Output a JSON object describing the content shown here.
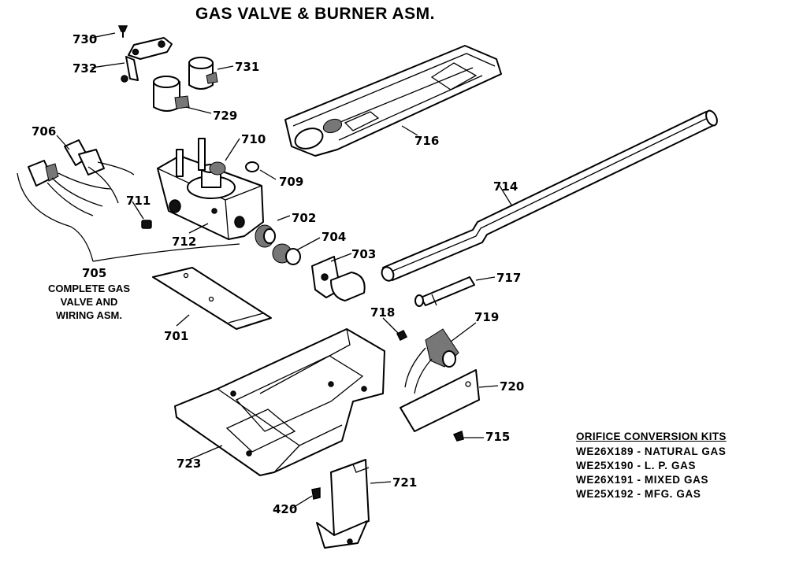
{
  "title": "GAS VALVE & BURNER ASM.",
  "note": [
    "COMPLETE GAS",
    "VALVE AND",
    "WIRING ASM."
  ],
  "orifice_kits": {
    "title": "ORIFICE CONVERSION KITS",
    "items": [
      "WE26X189 - NATURAL GAS",
      "WE25X190 - L. P. GAS",
      "WE26X191 - MIXED GAS",
      "WE25X192 - MFG. GAS"
    ]
  },
  "parts": {
    "p730": "730",
    "p732": "732",
    "p731": "731",
    "p729": "729",
    "p706": "706",
    "p710": "710",
    "p709": "709",
    "p711": "711",
    "p712": "712",
    "p702": "702",
    "p704": "704",
    "p703": "703",
    "p705": "705",
    "p701": "701",
    "p716": "716",
    "p714": "714",
    "p717": "717",
    "p718": "718",
    "p719": "719",
    "p720": "720",
    "p715": "715",
    "p723": "723",
    "p721": "721",
    "p420": "420"
  }
}
